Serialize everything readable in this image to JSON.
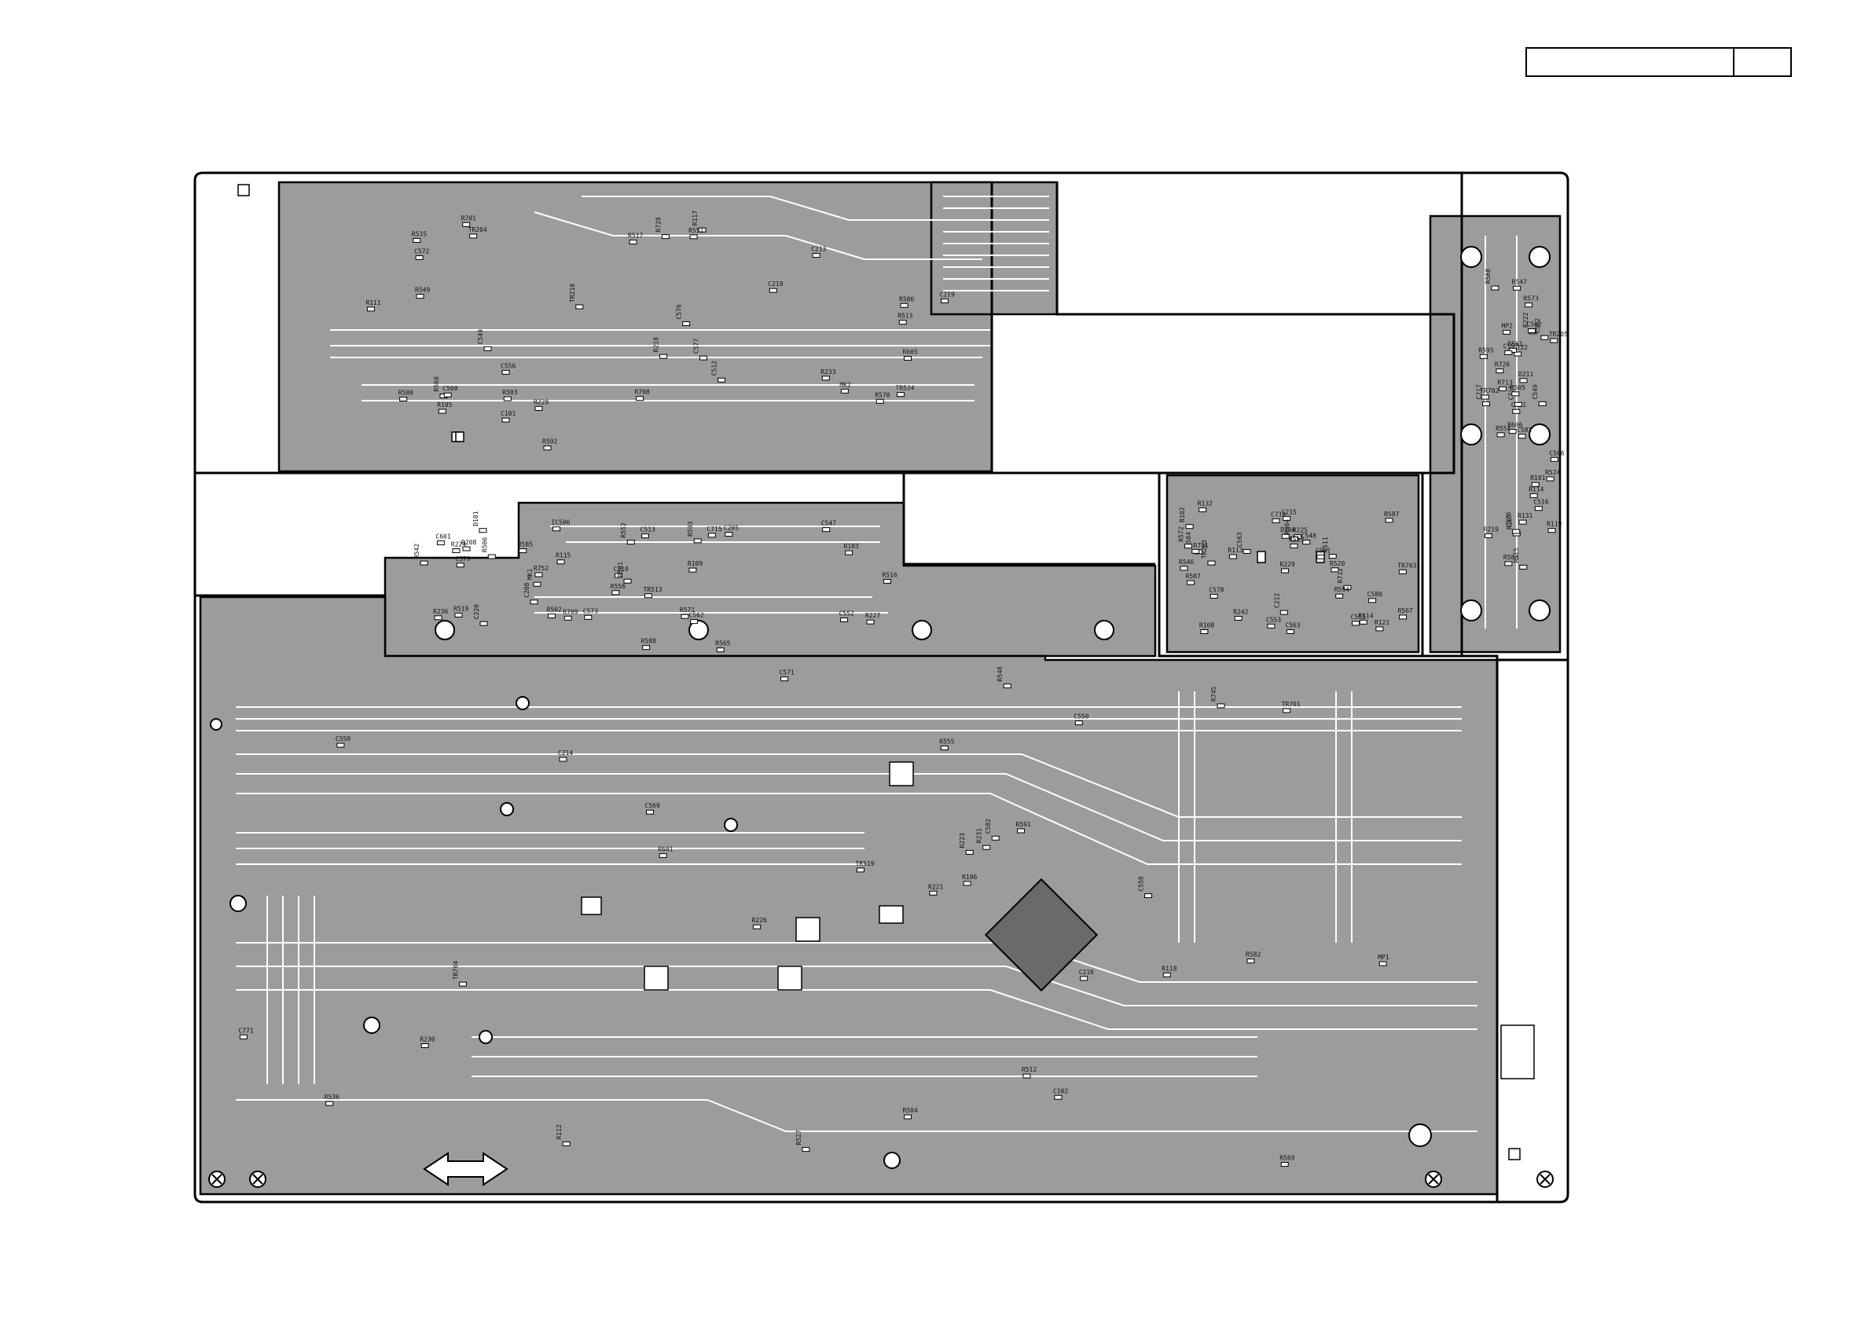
{
  "diagram": {
    "type": "pcb-silkscreen-layout",
    "colors": {
      "copper": "#9c9c9c",
      "trace": "#ffffff",
      "outline": "#000000",
      "paper": "#ffffff"
    },
    "icons": [
      "screw-hole-icon",
      "arrow-double-icon",
      "mounting-hole-icon"
    ],
    "labels": [
      "R218",
      "R224",
      "R229",
      "R219",
      "R223",
      "R228",
      "C205",
      "R225",
      "R222",
      "R221",
      "TR204",
      "R227",
      "TR203",
      "TR205",
      "R226",
      "C219",
      "C220",
      "D204",
      "D211",
      "R230",
      "TR210",
      "R236",
      "R242",
      "C222",
      "R231",
      "R233",
      "R208",
      "C215",
      "C217",
      "C216",
      "C219",
      "C210",
      "C212",
      "C211",
      "C214",
      "C213",
      "C208",
      "R121",
      "R119",
      "R118",
      "R117",
      "R115",
      "R113",
      "R114",
      "R112",
      "R111",
      "R109",
      "R108",
      "R107",
      "R106",
      "R105",
      "R103",
      "R102",
      "R101",
      "C102",
      "C101",
      "D101",
      "R132",
      "R131",
      "TR701",
      "R728",
      "R752",
      "R711",
      "R726",
      "R745",
      "R701",
      "C715",
      "C714",
      "C716",
      "C771",
      "R708",
      "R709",
      "R712",
      "R713",
      "R536",
      "R535",
      "R506",
      "R507",
      "R505",
      "R504",
      "C576",
      "R519",
      "R520",
      "R524",
      "R527",
      "R513",
      "TR513",
      "R514",
      "R515",
      "R512",
      "R517",
      "R516",
      "C511",
      "C516",
      "TR519",
      "TR524",
      "R542",
      "C563",
      "C562",
      "C550",
      "C549",
      "IC506",
      "TR703",
      "TR702",
      "TR704",
      "R503",
      "R502",
      "C501",
      "C562",
      "R601",
      "R605",
      "C601",
      "R604",
      "R606",
      "R588",
      "R580",
      "R581",
      "R587",
      "R561",
      "R565",
      "R560",
      "C547",
      "C548",
      "C557",
      "C558",
      "C556",
      "C552",
      "C553",
      "C549",
      "C550",
      "C560",
      "C562",
      "C563",
      "MP2",
      "MP1",
      "MK2",
      "MK1",
      "C578",
      "C566",
      "C569",
      "C577",
      "C579",
      "C580",
      "C581",
      "C582",
      "C572",
      "C573",
      "C565",
      "C570",
      "C571",
      "R586",
      "R585",
      "R584",
      "R583",
      "R582",
      "R551",
      "R552",
      "R553",
      "R554",
      "R555",
      "C512",
      "C513",
      "R546",
      "R547",
      "R548",
      "R549",
      "R556",
      "R567",
      "R568",
      "R569",
      "R570",
      "R571",
      "R572",
      "R573",
      "R591",
      "R592",
      "R593",
      "R594",
      "R595"
    ]
  }
}
